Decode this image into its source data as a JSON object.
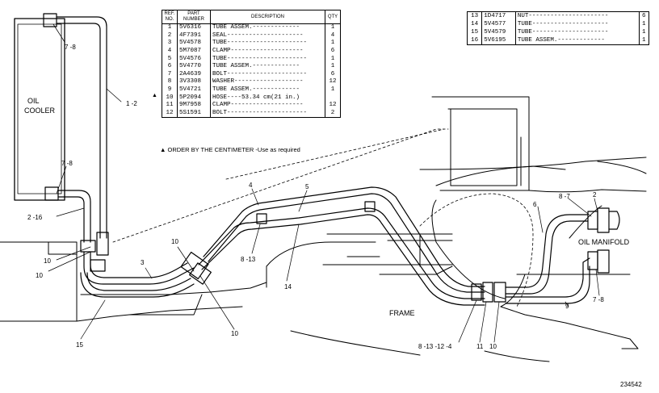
{
  "parts_table": {
    "headers": {
      "ref": "REF. NO.",
      "part": "PART NUMBER",
      "description": "DESCRIPTION",
      "qty": "QTY"
    },
    "rows": [
      {
        "ref": "1",
        "part": "5V6316",
        "desc": "TUBE ASSEM.-------------",
        "qty": "1"
      },
      {
        "ref": "2",
        "part": "4F7391",
        "desc": "SEAL---------------------",
        "qty": "4"
      },
      {
        "ref": "3",
        "part": "5V4578",
        "desc": "TUBE----------------------",
        "qty": "1"
      },
      {
        "ref": "4",
        "part": "5M7087",
        "desc": "CLAMP--------------------",
        "qty": "6"
      },
      {
        "ref": "5",
        "part": "5V4576",
        "desc": "TUBE----------------------",
        "qty": "1"
      },
      {
        "ref": "6",
        "part": "5V4770",
        "desc": "TUBE ASSEM.-------------",
        "qty": "1"
      },
      {
        "ref": "7",
        "part": "2A4639",
        "desc": "BOLT----------------------",
        "qty": "6"
      },
      {
        "ref": "8",
        "part": "3V3308",
        "desc": "WASHER-------------------",
        "qty": "12"
      },
      {
        "ref": "9",
        "part": "5V4721",
        "desc": "TUBE ASSEM.-------------",
        "qty": "1"
      },
      {
        "ref": "10",
        "part": "5P2094",
        "desc": "HOSE----53.34 cm(21 in.)",
        "qty": "",
        "mark": "▲"
      },
      {
        "ref": "11",
        "part": "9M7958",
        "desc": "CLAMP--------------------",
        "qty": "12"
      },
      {
        "ref": "12",
        "part": "5S1591",
        "desc": "BOLT----------------------",
        "qty": "2"
      }
    ],
    "footnote": "▲ ORDER BY THE CENTIMETER -Use as required"
  },
  "parts_table_2": {
    "rows": [
      {
        "ref": "13",
        "part": "1D4717",
        "desc": "NUT----------------------",
        "qty": "6"
      },
      {
        "ref": "14",
        "part": "5V4577",
        "desc": "TUBE---------------------",
        "qty": "1"
      },
      {
        "ref": "15",
        "part": "5V4579",
        "desc": "TUBE---------------------",
        "qty": "1"
      },
      {
        "ref": "16",
        "part": "5V6195",
        "desc": "TUBE ASSEM.-------------",
        "qty": "1"
      }
    ]
  },
  "labels": {
    "oil_cooler_1": "OIL",
    "oil_cooler_2": "COOLER",
    "oil_manifold": "OIL MANIFOLD",
    "frame": "FRAME",
    "c_7_8_top": "7 -8",
    "c_1_2": "1 -2",
    "c_7_8_left": "7 -8",
    "c_2_16": "2 -16",
    "c_10_a": "10",
    "c_10_b": "10",
    "c_3": "3",
    "c_10_c": "10",
    "c_15": "15",
    "c_10_d": "10",
    "c_4": "4",
    "c_5": "5",
    "c_8_13": "8 -13",
    "c_14": "14",
    "c_6": "6",
    "c_8_7": "8 -7",
    "c_2": "2",
    "c_9": "9",
    "c_7_8_right": "7 -8",
    "c_8_13_12_4": "8 -13 -12 -4",
    "c_11": "11",
    "c_10_e": "10"
  },
  "figure_id": "234542"
}
